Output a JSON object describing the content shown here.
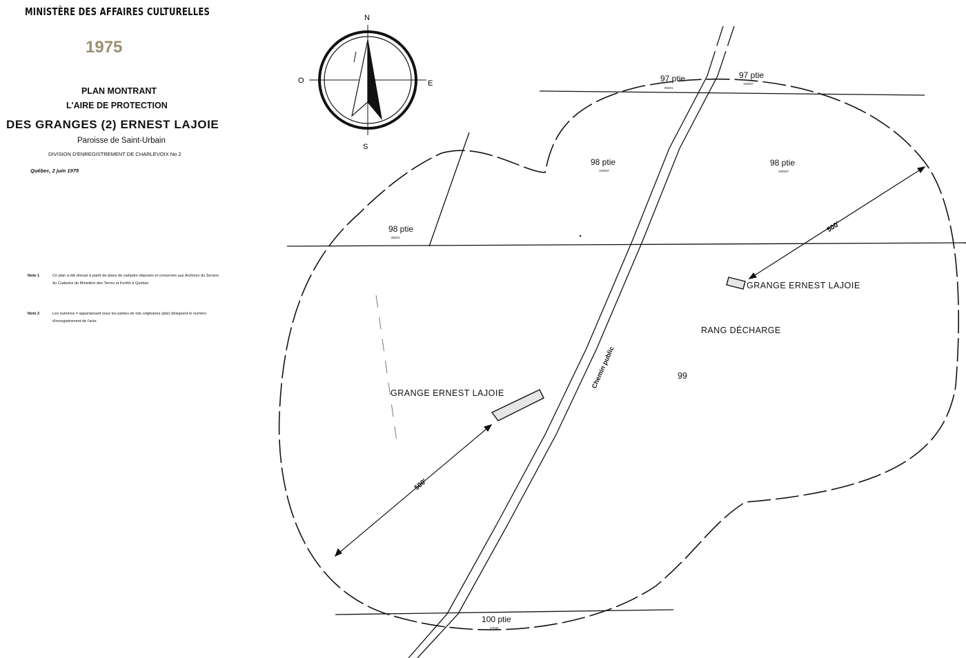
{
  "header": {
    "ministry": "MINISTÈRE DES AFFAIRES CULTURELLES",
    "year": "1975",
    "title_line1": "PLAN MONTRANT",
    "title_line2": "L'AIRE DE PROTECTION",
    "title_line3": "DES GRANGES (2) ERNEST LAJOIE",
    "parish": "Paroisse de Saint-Urbain",
    "division": "DIVISION D'ENREGISTREMENT DE CHARLEVOIX No 2",
    "date": "Québec, 2 juin 1975"
  },
  "notes": [
    {
      "label": "Note 1",
      "text": "Ce plan a été dressé à partir de plans de cadastre déposés et conservés aux Archives du Service du Cadastre du Ministère des Terres et Forêts à Québec"
    },
    {
      "label": "Note 2",
      "text": "Les numéros # apparaissant sous les parties de lots originaires (ptie) désignent le numéro d'enregistrement de l'acte"
    }
  ],
  "compass": {
    "north": "N",
    "south": "S",
    "east": "E",
    "west": "O"
  },
  "map": {
    "road_label": "Chemin public",
    "range_label": "RANG DÉCHARGE",
    "lot_main": "99",
    "barn_labels": [
      "GRANGE ERNEST LAJOIE",
      "GRANGE ERNEST LAJOIE"
    ],
    "radius_labels": [
      "500'",
      "500'"
    ],
    "lots": [
      {
        "name": "97 ptie",
        "reg": "85201"
      },
      {
        "name": "97 ptie",
        "reg": "100537"
      },
      {
        "name": "98 ptie",
        "reg": "100537"
      },
      {
        "name": "98 ptie",
        "reg": "100537"
      },
      {
        "name": "98 ptie",
        "reg": "85201"
      },
      {
        "name": "100 ptie",
        "reg": "47032"
      }
    ]
  },
  "colors": {
    "ink": "#111111",
    "year": "#9b8f72",
    "paper": "#ffffff"
  }
}
